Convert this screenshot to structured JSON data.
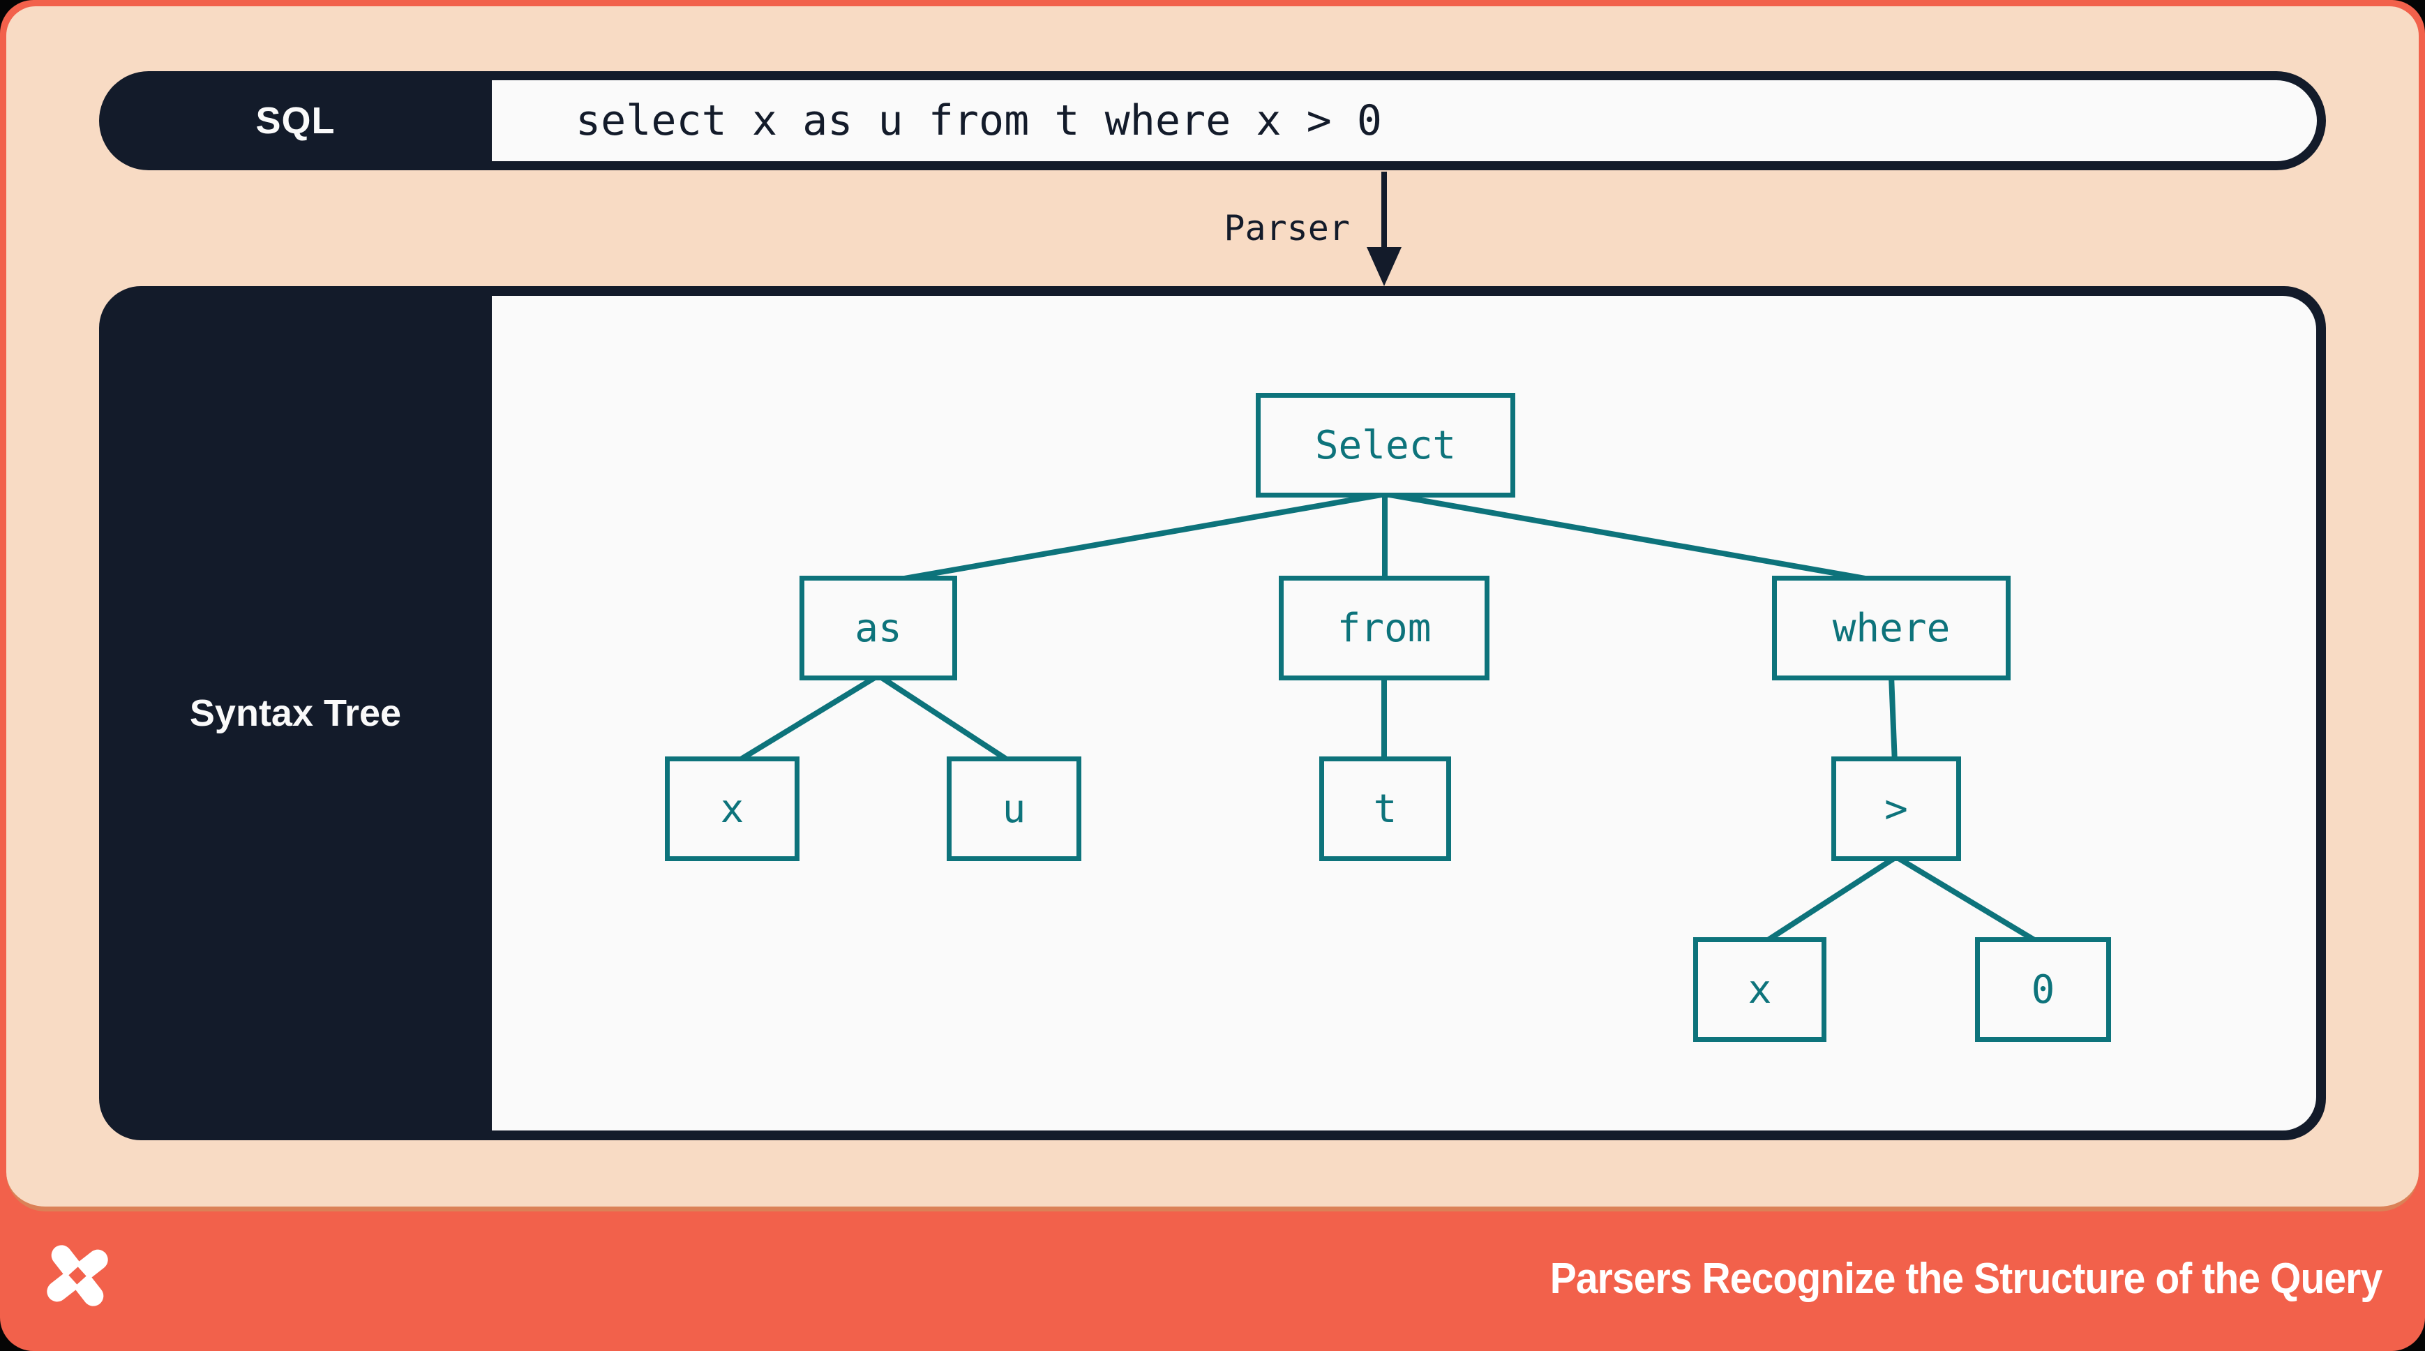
{
  "colors": {
    "frame_coral": "#F2614B",
    "background_peach": "#F8DBC4",
    "dark_navy": "#131B2A",
    "node_teal": "#0D737B",
    "surface_white": "#FAFAFA",
    "peach_bottom_edge": "#DB8157"
  },
  "sql_bar": {
    "label": "SQL",
    "query": "select x as u from t where x > 0"
  },
  "parser": {
    "label": "Parser",
    "arrow_icon": "arrow-down-icon"
  },
  "syntax_tree": {
    "panel_label": "Syntax Tree",
    "root": "select",
    "nodes": {
      "select": {
        "label": "Select",
        "children": [
          "as",
          "from",
          "where"
        ]
      },
      "as": {
        "label": "as",
        "children": [
          "x1",
          "u"
        ]
      },
      "from": {
        "label": "from",
        "children": [
          "t"
        ]
      },
      "where": {
        "label": "where",
        "children": [
          "gt"
        ]
      },
      "x1": {
        "label": "x",
        "children": []
      },
      "u": {
        "label": "u",
        "children": []
      },
      "t": {
        "label": "t",
        "children": []
      },
      "gt": {
        "label": ">",
        "children": [
          "x2",
          "zero"
        ]
      },
      "x2": {
        "label": "x",
        "children": []
      },
      "zero": {
        "label": "0",
        "children": []
      }
    }
  },
  "footer": {
    "title": "Parsers Recognize the Structure of the Query",
    "logo_icon": "dolt-pinwheel-x-logo"
  }
}
